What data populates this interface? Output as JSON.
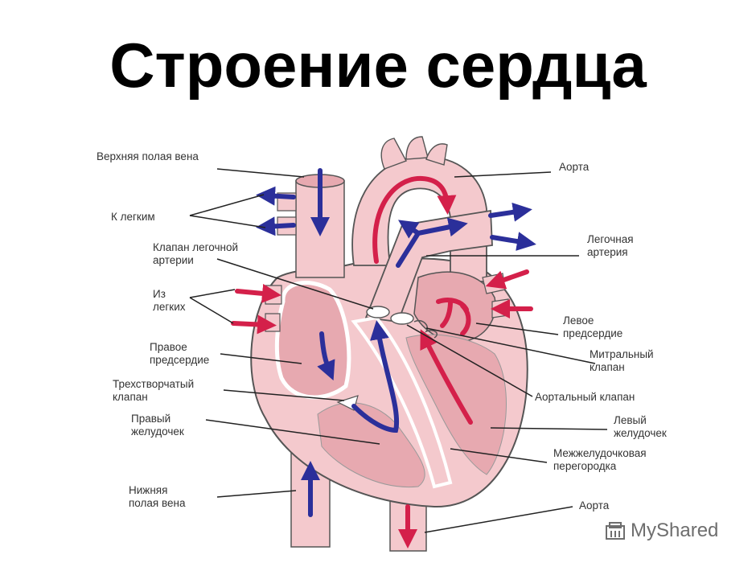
{
  "title": "Строение сердца",
  "labels": {
    "superior_vena_cava": "Верхняя полая вена",
    "to_lungs": "К легким",
    "pulmonary_valve": "Клапан легочной\nартерии",
    "from_lungs": "Из\nлегких",
    "right_atrium": "Правое\nпредсердие",
    "tricuspid_valve": "Трехстворчатый\nклапан",
    "right_ventricle": "Правый\nжелудочек",
    "inferior_vena_cava": "Нижняя\nполая вена",
    "aorta_top": "Аорта",
    "pulmonary_artery": "Легочная\nартерия",
    "left_atrium": "Левое\nпредсердие",
    "mitral_valve": "Митральный\nклапан",
    "aortic_valve": "Аортальный клапан",
    "left_ventricle": "Левый\nжелудочек",
    "septum": "Межжелудочковая\nперегородка",
    "aorta_bottom": "Аорта"
  },
  "watermark": "MyShared",
  "colors": {
    "tissue": "#f4c9cd",
    "tissue_dark": "#e7a9b0",
    "outline": "#555555",
    "oxygenated": "#d4204a",
    "deoxygenated": "#2b2f9a",
    "label_line": "#222222"
  }
}
